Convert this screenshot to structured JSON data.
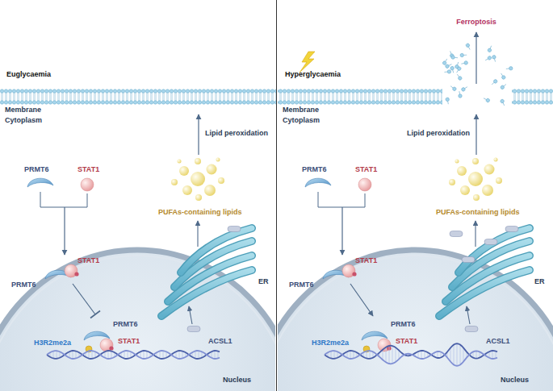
{
  "diagram": {
    "nodes": [
      {
        "text": [
          "Euglycaemia"
        ]
      },
      {
        "text": [
          "Hyperglycaemia"
        ]
      }
    ],
    "labels": [
      "Membrane",
      "Cytoplasm",
      "Lipid peroxidation",
      "PRMT6",
      "STAT1",
      "PUFAs-containing lipids",
      "PRMT6",
      "STAT1",
      "ER",
      "PRMT6",
      "STAT1",
      "H3R2me2a",
      "ACSL1",
      "Nucleus",
      "Ferroptosis",
      "Membrane",
      "Cytoplasm",
      "Lipid peroxidation",
      "PRMT6",
      "STAT1",
      "PUFAs-containing lipids",
      "PRMT6",
      "STAT1",
      "ER",
      "PRMT6",
      "STAT1",
      "H3R2me2a",
      "ACSL1",
      "Nucleus"
    ]
  }
}
